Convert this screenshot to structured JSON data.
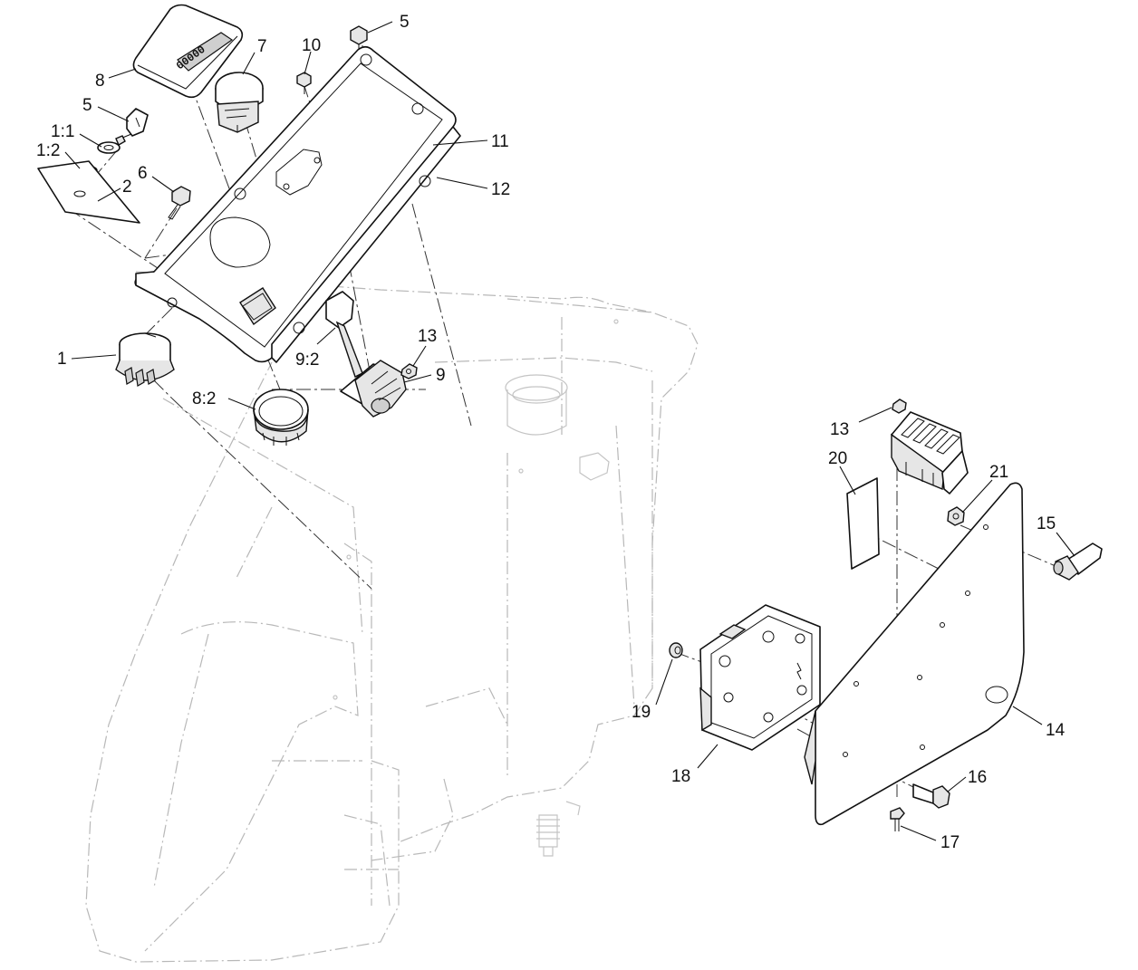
{
  "callouts": [
    {
      "id": "c8",
      "label": "8"
    },
    {
      "id": "c7",
      "label": "7"
    },
    {
      "id": "c10",
      "label": "10"
    },
    {
      "id": "c5a",
      "label": "5"
    },
    {
      "id": "c5b",
      "label": "5"
    },
    {
      "id": "c1_1",
      "label": "1:1"
    },
    {
      "id": "c1_2",
      "label": "1:2"
    },
    {
      "id": "c2",
      "label": "2"
    },
    {
      "id": "c6",
      "label": "6"
    },
    {
      "id": "c11",
      "label": "11"
    },
    {
      "id": "c12",
      "label": "12"
    },
    {
      "id": "c1",
      "label": "1"
    },
    {
      "id": "c9_2",
      "label": "9:2"
    },
    {
      "id": "c13a",
      "label": "13"
    },
    {
      "id": "c9",
      "label": "9"
    },
    {
      "id": "c8_2",
      "label": "8:2"
    },
    {
      "id": "c13b",
      "label": "13"
    },
    {
      "id": "c20",
      "label": "20"
    },
    {
      "id": "c21",
      "label": "21"
    },
    {
      "id": "c15",
      "label": "15"
    },
    {
      "id": "c19",
      "label": "19"
    },
    {
      "id": "c18",
      "label": "18"
    },
    {
      "id": "c14",
      "label": "14"
    },
    {
      "id": "c16",
      "label": "16"
    },
    {
      "id": "c17",
      "label": "17"
    }
  ],
  "hour_meter_display": "00000"
}
